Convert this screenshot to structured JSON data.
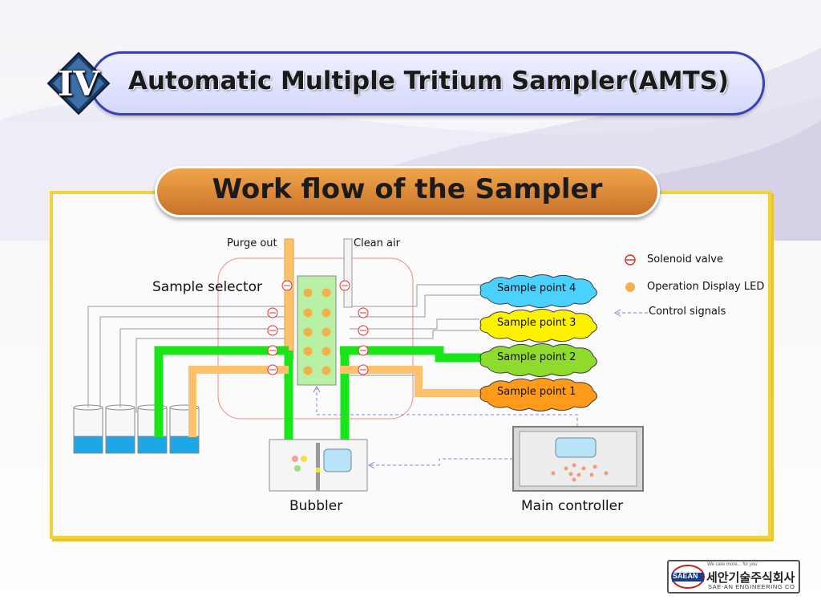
{
  "header": {
    "badge": "IV",
    "title": "Automatic Multiple Tritium Sampler(AMTS)"
  },
  "section": {
    "subtitle": "Work flow of the Sampler"
  },
  "diagram": {
    "labels": {
      "purge_out": "Purge out",
      "clean_air": "Clean air",
      "sample_selector": "Sample selector",
      "bubbler": "Bubbler",
      "main_controller": "Main controller"
    },
    "sample_points": [
      {
        "label": "Sample point 4",
        "color": "#4bd1ff"
      },
      {
        "label": "Sample point 3",
        "color": "#fff200"
      },
      {
        "label": "Sample point 2",
        "color": "#8edb2e"
      },
      {
        "label": "Sample point 1",
        "color": "#ff9a1a"
      }
    ],
    "legend": {
      "solenoid_valve": "Solenoid valve",
      "led": "Operation Display LED",
      "control_signals": "Control signals"
    }
  },
  "logo": {
    "brand": "SAEAN",
    "tagline": "We care more... for you",
    "korean_name": "세안기술주식회사",
    "english_name": "SAE-AN ENGINEERING CO"
  },
  "colors": {
    "green_line": "#19e619",
    "orange_line": "#ffc16b",
    "title_border": "#3a3fb8",
    "frame_border": "#f2d23a",
    "valve_red": "#e03030",
    "led_orange": "#f6b04a"
  }
}
